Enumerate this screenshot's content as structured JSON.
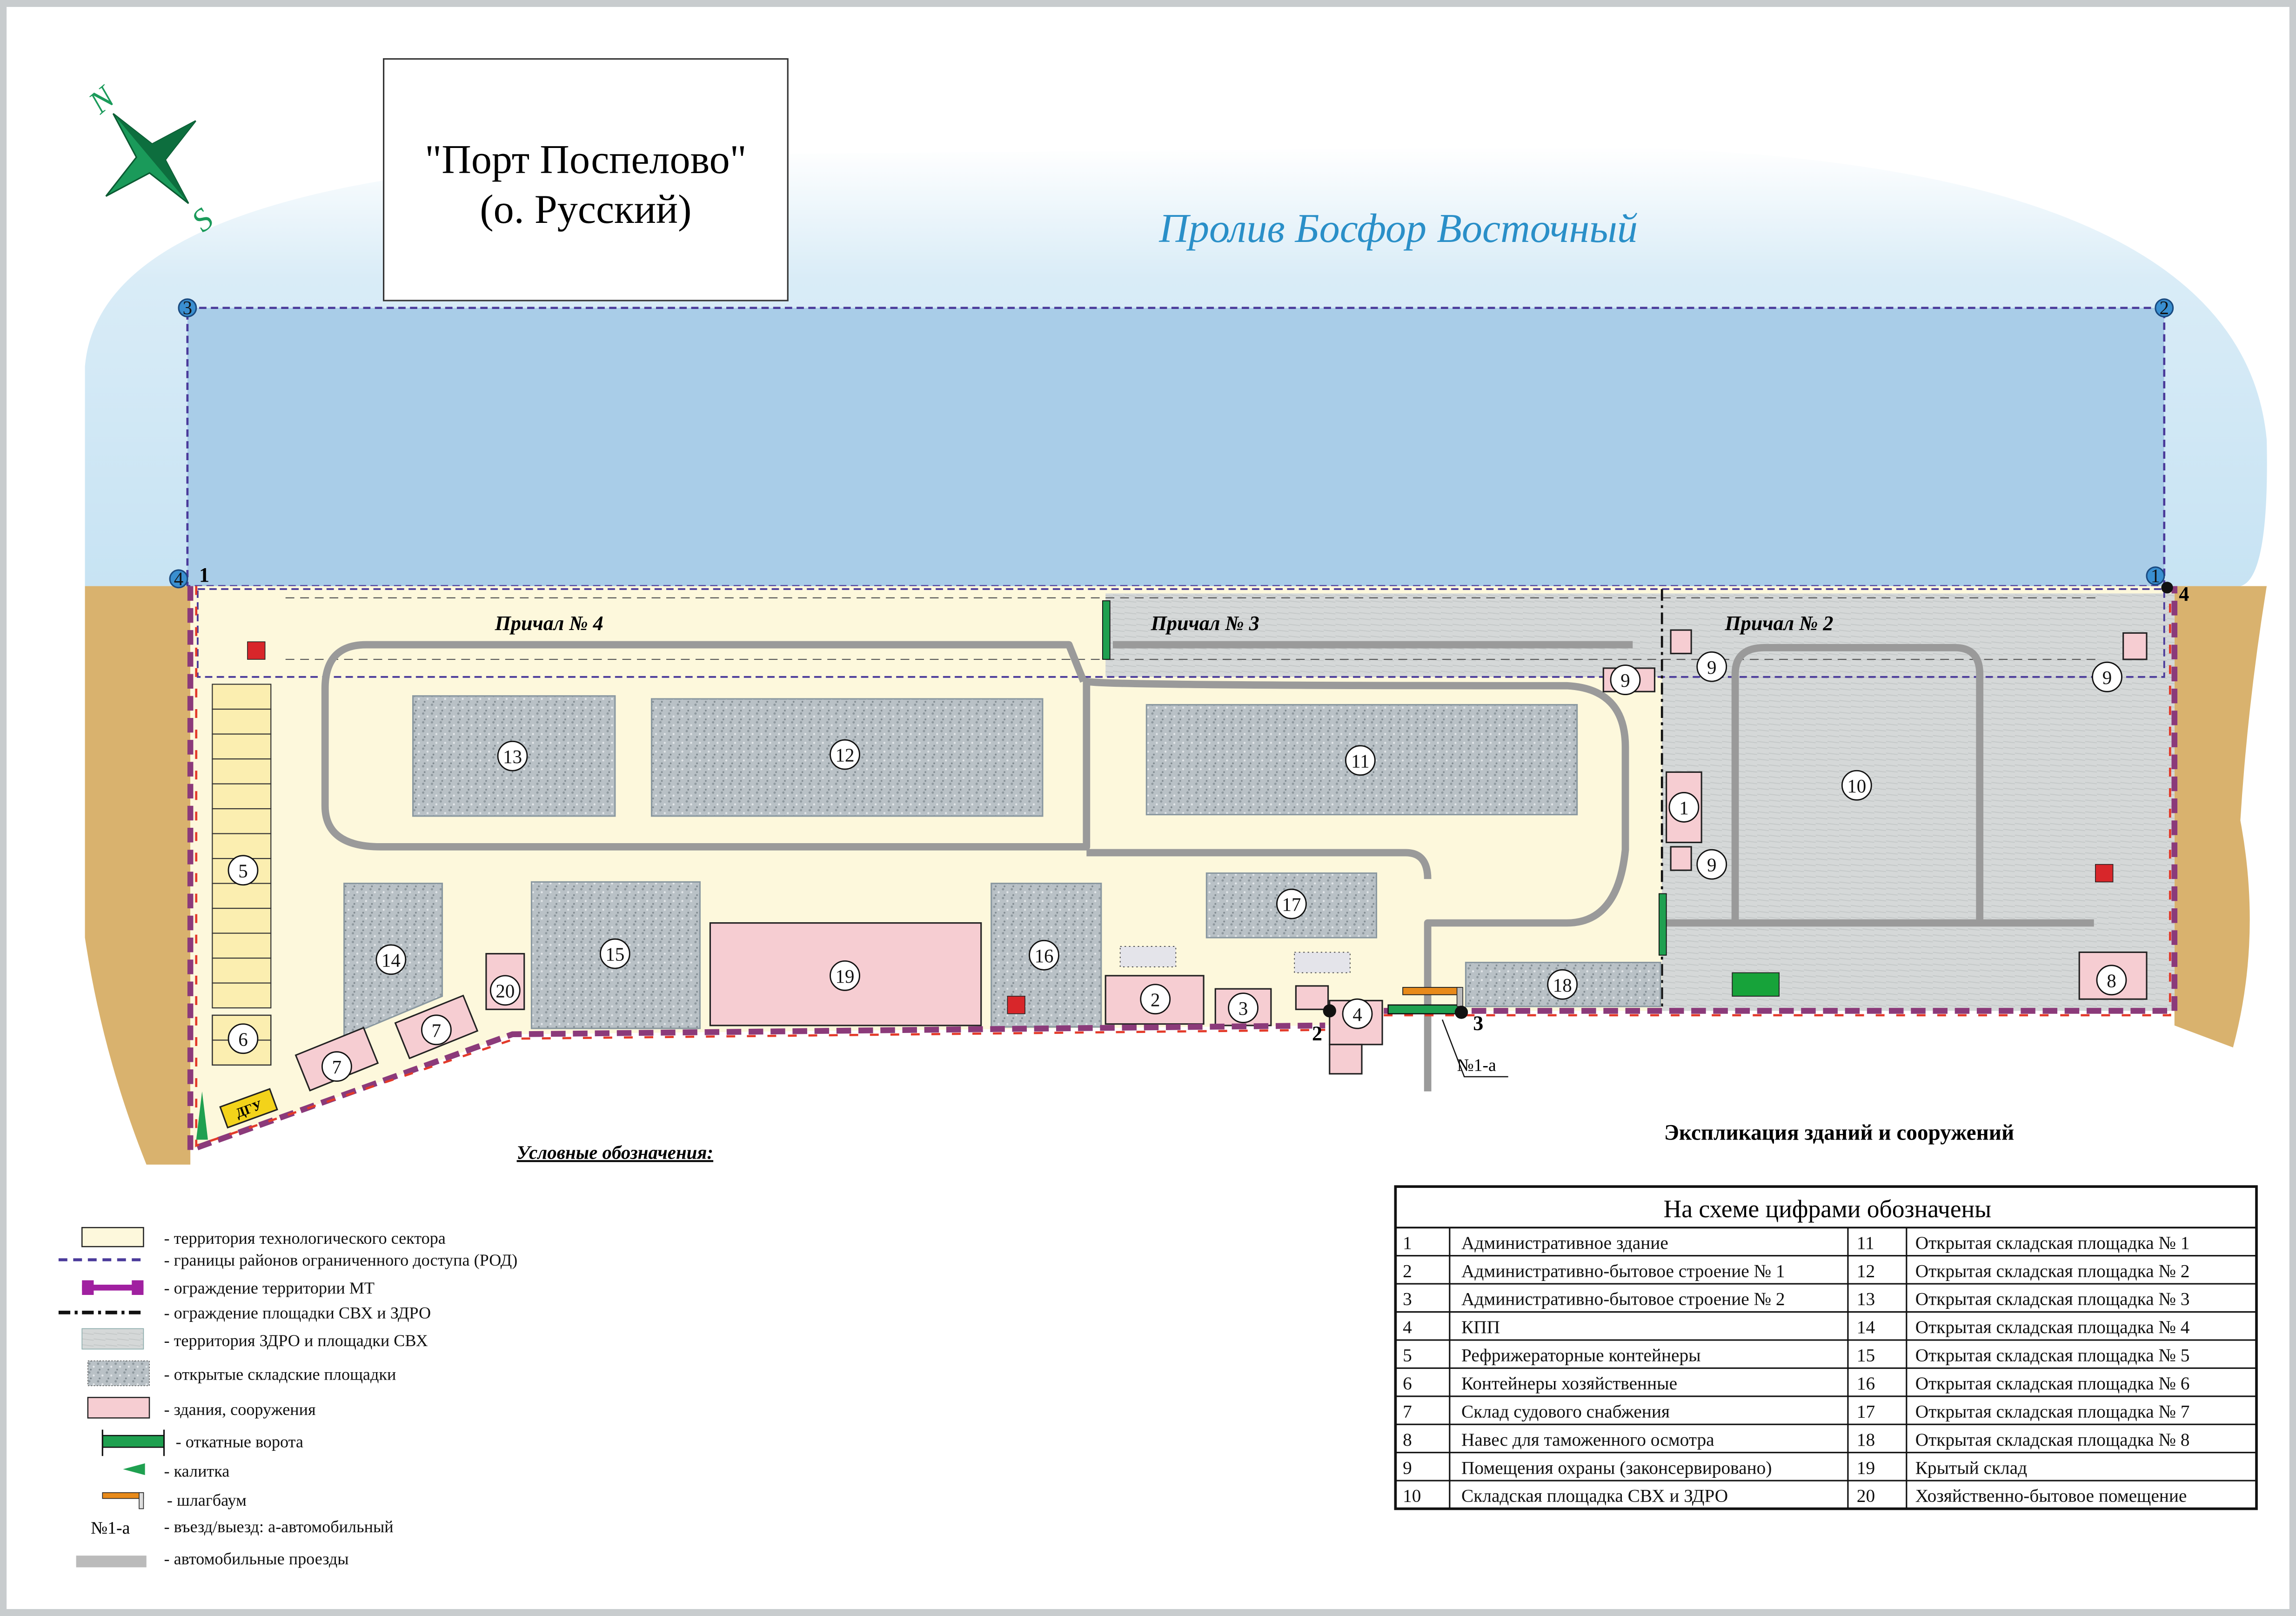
{
  "title": {
    "line1": "\"Порт Поспелово\"",
    "line2": "(о. Русский)"
  },
  "compass": {
    "north": "N",
    "south": "S"
  },
  "strait_name": "Пролив Босфор Восточный",
  "corner_points": [
    "1",
    "2",
    "3",
    "4"
  ],
  "berths": [
    "Причал № 4",
    "Причал № 3",
    "Причал № 2"
  ],
  "markers": {
    "p1": "1",
    "p2": "2",
    "p3": "3",
    "p4": "4",
    "entry": "№1-а",
    "dgu": "ДГУ"
  },
  "numbers": [
    "1",
    "2",
    "3",
    "4",
    "5",
    "6",
    "7",
    "8",
    "9",
    "10",
    "11",
    "12",
    "13",
    "14",
    "15",
    "16",
    "17",
    "18",
    "19",
    "20"
  ],
  "legend": {
    "title": "Условные обозначения:",
    "items": [
      "- территория технологического сектора",
      "- границы районов ограниченного доступа (РОД)",
      "-  ограждение территории МТ",
      "-  ограждение площадки СВХ и ЗДРО",
      "- территория ЗДРО и площадки СВХ",
      "- открытые складские площадки",
      "- здания, сооружения",
      "- откатные ворота",
      "- калитка",
      "-   шлагбаум",
      "-  въезд/выезд: а-автомобильный",
      "- автомобильные проезды"
    ],
    "entry_sample": "№1-а"
  },
  "explication": {
    "title": "Экспликация зданий и сооружений",
    "header": "На схеме цифрами обозначены",
    "rows": [
      [
        "1",
        "Административное здание",
        "11",
        "Открытая складская площадка № 1"
      ],
      [
        "2",
        "Административно-бытовое строение № 1",
        "12",
        "Открытая складская площадка № 2"
      ],
      [
        "3",
        "Административно-бытовое строение № 2",
        "13",
        "Открытая складская площадка № 3"
      ],
      [
        "4",
        "КПП",
        "14",
        "Открытая складская площадка № 4"
      ],
      [
        "5",
        "Рефрижераторные контейнеры",
        "15",
        "Открытая складская площадка № 5"
      ],
      [
        "6",
        "Контейнеры хозяйственные",
        "16",
        "Открытая складская площадка № 6"
      ],
      [
        "7",
        "Склад судового снабжения",
        "17",
        "Открытая складская площадка № 7"
      ],
      [
        "8",
        "Навес для таможенного осмотра",
        "18",
        "Открытая складская площадка № 8"
      ],
      [
        "9",
        "Помещения охраны (законсервировано)",
        "19",
        "Крытый склад"
      ],
      [
        "10",
        "Складская площадка СВХ и ЗДРО",
        "20",
        "Хозяйственно-бытовое помещение"
      ]
    ]
  },
  "colors": {
    "sea": "#a9cde8",
    "tech": "#fdf8dc",
    "zdro": "#d6d8d8",
    "building": "#f6cdd2",
    "land": "#d9b26e",
    "rod": "#4a3a9a",
    "fence": "#8b3a7a",
    "gate": "#1fa050"
  }
}
